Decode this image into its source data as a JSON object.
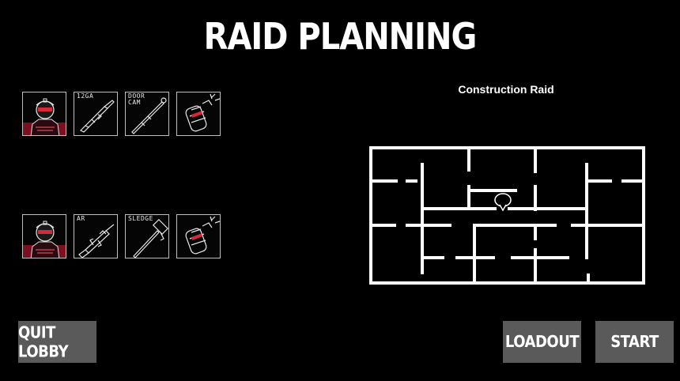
{
  "header": {
    "title": "RAID PLANNING"
  },
  "map": {
    "name": "Construction Raid",
    "wall_color": "#ffffff",
    "icons": [
      "camera-marker-icon"
    ]
  },
  "squad": [
    {
      "operator_icon": "operator-portrait-icon",
      "slots": [
        {
          "label": "",
          "icon": "operator-portrait-icon"
        },
        {
          "label": "12GA",
          "icon": "shotgun-icon"
        },
        {
          "label": "DOOR\nCAM",
          "icon": "door-cam-icon"
        },
        {
          "label": "",
          "icon": "grenade-icon"
        }
      ]
    },
    {
      "operator_icon": "operator-portrait-icon",
      "slots": [
        {
          "label": "",
          "icon": "operator-portrait-icon"
        },
        {
          "label": "AR",
          "icon": "assault-rifle-icon"
        },
        {
          "label": "SLEDGE",
          "icon": "sledgehammer-icon"
        },
        {
          "label": "",
          "icon": "grenade-icon"
        }
      ]
    }
  ],
  "buttons": {
    "quit": "QUIT LOBBY",
    "loadout": "LOADOUT",
    "start": "START"
  },
  "colors": {
    "background": "#000000",
    "button_bg": "#5a5a5a",
    "accent_red": "#d8283c"
  }
}
